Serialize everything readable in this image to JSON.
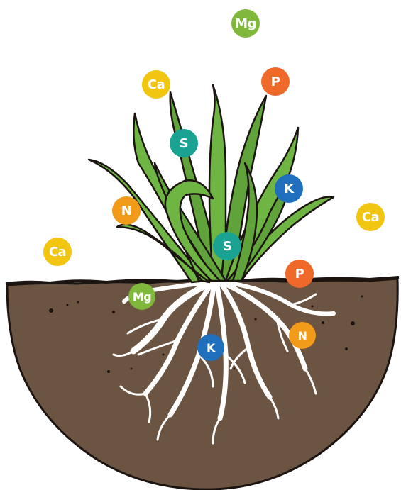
{
  "colors": {
    "soil": "#6b5442",
    "soil_edge": "#1c1410",
    "grass": "#6fb544",
    "grass_dark": "#3d7a2c",
    "root": "#ffffff",
    "Ca": "#f2c511",
    "Mg": "#7fb83a",
    "P": "#ef6a2a",
    "S": "#1aa393",
    "K": "#1f6fbd",
    "N": "#f29b1a"
  },
  "nutrients": [
    {
      "label": "Mg",
      "icon": "magnesium-circle"
    },
    {
      "label": "Ca",
      "icon": "calcium-circle"
    },
    {
      "label": "P",
      "icon": "phosphorus-circle"
    },
    {
      "label": "S",
      "icon": "sulfur-circle"
    },
    {
      "label": "K",
      "icon": "potassium-circle"
    },
    {
      "label": "N",
      "icon": "nitrogen-circle"
    },
    {
      "label": "Ca",
      "icon": "calcium-circle"
    },
    {
      "label": "Ca",
      "icon": "calcium-circle"
    },
    {
      "label": "S",
      "icon": "sulfur-circle"
    },
    {
      "label": "P",
      "icon": "phosphorus-circle"
    },
    {
      "label": "Mg",
      "icon": "magnesium-circle"
    },
    {
      "label": "K",
      "icon": "potassium-circle"
    },
    {
      "label": "N",
      "icon": "nitrogen-circle"
    }
  ]
}
